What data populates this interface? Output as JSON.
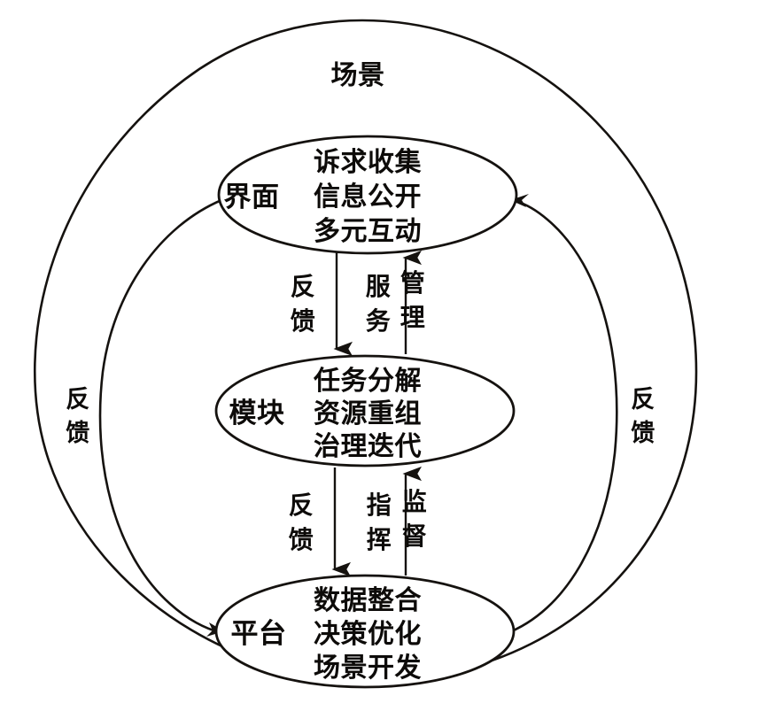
{
  "diagram": {
    "title": "场景",
    "outer_label": "场景",
    "side_labels": {
      "left": "反馈",
      "right": "反馈"
    },
    "nodes": [
      {
        "id": "interface",
        "role_label": "界面",
        "lines": [
          "诉求收集",
          "信息公开",
          "多元互动"
        ]
      },
      {
        "id": "module",
        "role_label": "模块",
        "lines": [
          "任务分解",
          "资源重组",
          "治理迭代"
        ]
      },
      {
        "id": "platform",
        "role_label": "平台",
        "lines": [
          "数据整合",
          "决策优化",
          "场景开发"
        ]
      }
    ],
    "connectors": {
      "interface_to_module_down": "反馈",
      "module_to_interface_up_a": "服务",
      "module_to_interface_up_b": "管理",
      "module_to_platform_down": "反馈",
      "platform_to_module_up_a": "指挥",
      "platform_to_module_up_b": "监督"
    },
    "colors": {
      "stroke": "#15120f",
      "text": "#0d0b09",
      "background": "#ffffff"
    }
  }
}
